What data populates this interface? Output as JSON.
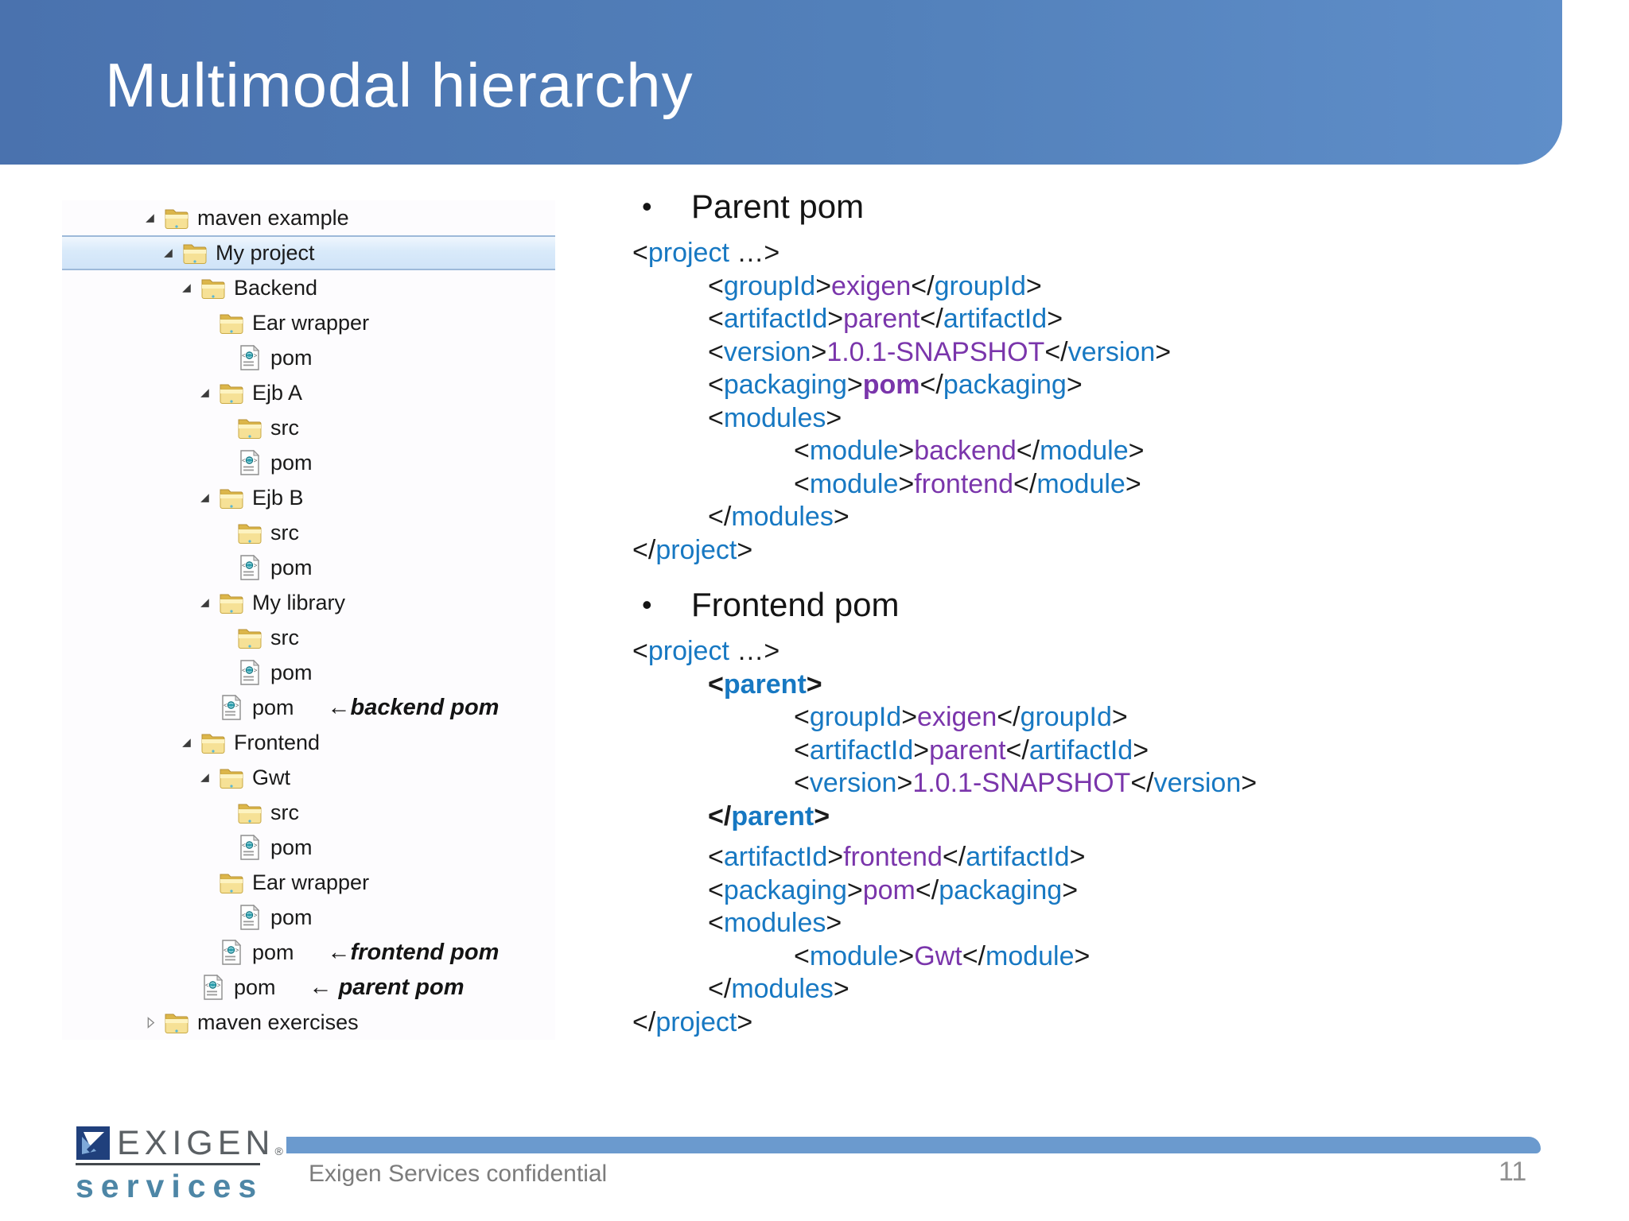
{
  "slide": {
    "title": "Multimodal hierarchy",
    "footer": {
      "confidential": "Exigen Services confidential",
      "page_number": "11"
    },
    "logo": {
      "word1": "EXIGEN",
      "registered_mark": "®",
      "word2": "services"
    }
  },
  "colors": {
    "header_gradient_left": "#4a72ae",
    "header_gradient_right": "#5f8ec9",
    "footer_bar_blue": "#6b9ace",
    "code_tag_blue": "#1778c2",
    "code_value_purple": "#7a35ab",
    "code_bracket_black": "#1b1b1b",
    "tree_selection_fill": "#d9eafa",
    "tree_selection_border": "#9db9d9",
    "folder_yellow": "#efca66",
    "logo_gray": "#5b6064",
    "logo_blue": "#4d86a6"
  },
  "icons": {
    "expander_expanded": "black filled triangle pointing south-east",
    "expander_collapsed": "hollow triangle pointing right",
    "folder": "yellow folder icon",
    "pom_file": "xml document icon with globe glyph"
  },
  "tree": {
    "items": [
      {
        "label": "maven example",
        "level": 0,
        "expander": "expanded",
        "icon": "folder"
      },
      {
        "label": "My project",
        "level": 1,
        "expander": "expanded",
        "icon": "folder",
        "selected": true
      },
      {
        "label": "Backend",
        "level": 2,
        "expander": "expanded",
        "icon": "folder"
      },
      {
        "label": "Ear wrapper",
        "level": 3,
        "expander": "none",
        "icon": "folder"
      },
      {
        "label": "pom",
        "level": 4,
        "expander": "none",
        "icon": "pom"
      },
      {
        "label": "Ejb A",
        "level": 3,
        "expander": "expanded",
        "icon": "folder"
      },
      {
        "label": "src",
        "level": 4,
        "expander": "none",
        "icon": "folder"
      },
      {
        "label": "pom",
        "level": 4,
        "expander": "none",
        "icon": "pom"
      },
      {
        "label": "Ejb B",
        "level": 3,
        "expander": "expanded",
        "icon": "folder"
      },
      {
        "label": "src",
        "level": 4,
        "expander": "none",
        "icon": "folder"
      },
      {
        "label": "pom",
        "level": 4,
        "expander": "none",
        "icon": "pom"
      },
      {
        "label": "My library",
        "level": 3,
        "expander": "expanded",
        "icon": "folder"
      },
      {
        "label": "src",
        "level": 4,
        "expander": "none",
        "icon": "folder"
      },
      {
        "label": "pom",
        "level": 4,
        "expander": "none",
        "icon": "pom"
      },
      {
        "label": "pom",
        "level": 3,
        "expander": "none",
        "icon": "pom",
        "annotation": "←backend pom"
      },
      {
        "label": "Frontend",
        "level": 2,
        "expander": "expanded",
        "icon": "folder"
      },
      {
        "label": "Gwt",
        "level": 3,
        "expander": "expanded",
        "icon": "folder"
      },
      {
        "label": "src",
        "level": 4,
        "expander": "none",
        "icon": "folder"
      },
      {
        "label": "pom",
        "level": 4,
        "expander": "none",
        "icon": "pom"
      },
      {
        "label": "Ear wrapper",
        "level": 3,
        "expander": "none",
        "icon": "folder"
      },
      {
        "label": "pom",
        "level": 4,
        "expander": "none",
        "icon": "pom"
      },
      {
        "label": "pom",
        "level": 3,
        "expander": "none",
        "icon": "pom",
        "annotation": "←frontend pom"
      },
      {
        "label": "pom",
        "level": 2,
        "expander": "none",
        "icon": "pom",
        "annotation": "← parent pom"
      },
      {
        "label": "maven exercises",
        "level": 0,
        "expander": "collapsed",
        "icon": "folder"
      }
    ]
  },
  "code_blocks": [
    {
      "heading": "Parent pom",
      "bullet": "•",
      "lines": [
        {
          "indent": 0,
          "seg": [
            {
              "t": "<",
              "c": "p"
            },
            {
              "t": "project",
              "c": "t"
            },
            {
              "t": " …>",
              "c": "p"
            }
          ]
        },
        {
          "indent": 1,
          "seg": [
            {
              "t": "<",
              "c": "p"
            },
            {
              "t": "groupId",
              "c": "t"
            },
            {
              "t": ">",
              "c": "p"
            },
            {
              "t": "exigen",
              "c": "v"
            },
            {
              "t": "</",
              "c": "p"
            },
            {
              "t": "groupId",
              "c": "t"
            },
            {
              "t": ">",
              "c": "p"
            }
          ]
        },
        {
          "indent": 1,
          "seg": [
            {
              "t": "<",
              "c": "p"
            },
            {
              "t": "artifactId",
              "c": "t"
            },
            {
              "t": ">",
              "c": "p"
            },
            {
              "t": "parent",
              "c": "v"
            },
            {
              "t": "</",
              "c": "p"
            },
            {
              "t": "artifactId",
              "c": "t"
            },
            {
              "t": ">",
              "c": "p"
            }
          ]
        },
        {
          "indent": 1,
          "seg": [
            {
              "t": "<",
              "c": "p"
            },
            {
              "t": "version",
              "c": "t"
            },
            {
              "t": ">",
              "c": "p"
            },
            {
              "t": "1.0.1-SNAPSHOT",
              "c": "v"
            },
            {
              "t": "</",
              "c": "p"
            },
            {
              "t": "version",
              "c": "t"
            },
            {
              "t": ">",
              "c": "p"
            }
          ]
        },
        {
          "indent": 1,
          "seg": [
            {
              "t": "<",
              "c": "p"
            },
            {
              "t": "packaging",
              "c": "t"
            },
            {
              "t": ">",
              "c": "p"
            },
            {
              "t": "pom",
              "c": "v",
              "b": 1
            },
            {
              "t": "</",
              "c": "p"
            },
            {
              "t": "packaging",
              "c": "t"
            },
            {
              "t": ">",
              "c": "p"
            }
          ]
        },
        {
          "indent": 1,
          "seg": [
            {
              "t": "<",
              "c": "p"
            },
            {
              "t": "modules",
              "c": "t"
            },
            {
              "t": ">",
              "c": "p"
            }
          ]
        },
        {
          "indent": 2,
          "seg": [
            {
              "t": "<",
              "c": "p"
            },
            {
              "t": "module",
              "c": "t"
            },
            {
              "t": ">",
              "c": "p"
            },
            {
              "t": "backend",
              "c": "v"
            },
            {
              "t": "</",
              "c": "p"
            },
            {
              "t": "module",
              "c": "t"
            },
            {
              "t": ">",
              "c": "p"
            }
          ]
        },
        {
          "indent": 2,
          "seg": [
            {
              "t": "<",
              "c": "p"
            },
            {
              "t": "module",
              "c": "t"
            },
            {
              "t": ">",
              "c": "p"
            },
            {
              "t": "frontend",
              "c": "v"
            },
            {
              "t": "</",
              "c": "p"
            },
            {
              "t": "module",
              "c": "t"
            },
            {
              "t": ">",
              "c": "p"
            }
          ]
        },
        {
          "indent": 1,
          "seg": [
            {
              "t": "</",
              "c": "p"
            },
            {
              "t": "modules",
              "c": "t"
            },
            {
              "t": ">",
              "c": "p"
            }
          ]
        },
        {
          "indent": 0,
          "seg": [
            {
              "t": "</",
              "c": "p"
            },
            {
              "t": "project",
              "c": "t"
            },
            {
              "t": ">",
              "c": "p"
            }
          ]
        }
      ]
    },
    {
      "heading": "Frontend pom",
      "bullet": "•",
      "lines": [
        {
          "indent": 0,
          "seg": [
            {
              "t": "<",
              "c": "p"
            },
            {
              "t": "project",
              "c": "t"
            },
            {
              "t": " …>",
              "c": "p"
            }
          ]
        },
        {
          "indent": 1,
          "seg": [
            {
              "t": "<",
              "c": "p",
              "b": 1
            },
            {
              "t": "parent",
              "c": "t",
              "b": 1
            },
            {
              "t": ">",
              "c": "p",
              "b": 1
            }
          ]
        },
        {
          "indent": 2,
          "seg": [
            {
              "t": "<",
              "c": "p"
            },
            {
              "t": "groupId",
              "c": "t"
            },
            {
              "t": ">",
              "c": "p"
            },
            {
              "t": "exigen",
              "c": "v"
            },
            {
              "t": "</",
              "c": "p"
            },
            {
              "t": "groupId",
              "c": "t"
            },
            {
              "t": ">",
              "c": "p"
            }
          ]
        },
        {
          "indent": 2,
          "seg": [
            {
              "t": "<",
              "c": "p"
            },
            {
              "t": "artifactId",
              "c": "t"
            },
            {
              "t": ">",
              "c": "p"
            },
            {
              "t": "parent",
              "c": "v"
            },
            {
              "t": "</",
              "c": "p"
            },
            {
              "t": "artifactId",
              "c": "t"
            },
            {
              "t": ">",
              "c": "p"
            }
          ]
        },
        {
          "indent": 2,
          "seg": [
            {
              "t": "<",
              "c": "p"
            },
            {
              "t": "version",
              "c": "t"
            },
            {
              "t": ">",
              "c": "p"
            },
            {
              "t": "1.0.1-SNAPSHOT",
              "c": "v"
            },
            {
              "t": "</",
              "c": "p"
            },
            {
              "t": "version",
              "c": "t"
            },
            {
              "t": ">",
              "c": "p"
            }
          ]
        },
        {
          "indent": 1,
          "seg": [
            {
              "t": "</",
              "c": "p",
              "b": 1
            },
            {
              "t": "parent",
              "c": "t",
              "b": 1
            },
            {
              "t": ">",
              "c": "p",
              "b": 1
            }
          ]
        },
        {
          "indent": 1,
          "gap": 1,
          "seg": [
            {
              "t": "<",
              "c": "p"
            },
            {
              "t": "artifactId",
              "c": "t"
            },
            {
              "t": ">",
              "c": "p"
            },
            {
              "t": "frontend",
              "c": "v"
            },
            {
              "t": "</",
              "c": "p"
            },
            {
              "t": "artifactId",
              "c": "t"
            },
            {
              "t": ">",
              "c": "p"
            }
          ]
        },
        {
          "indent": 1,
          "seg": [
            {
              "t": "<",
              "c": "p"
            },
            {
              "t": "packaging",
              "c": "t"
            },
            {
              "t": ">",
              "c": "p"
            },
            {
              "t": "pom",
              "c": "v"
            },
            {
              "t": "</",
              "c": "p"
            },
            {
              "t": "packaging",
              "c": "t"
            },
            {
              "t": ">",
              "c": "p"
            }
          ]
        },
        {
          "indent": 1,
          "seg": [
            {
              "t": "<",
              "c": "p"
            },
            {
              "t": "modules",
              "c": "t"
            },
            {
              "t": ">",
              "c": "p"
            }
          ]
        },
        {
          "indent": 2,
          "seg": [
            {
              "t": "<",
              "c": "p"
            },
            {
              "t": "module",
              "c": "t"
            },
            {
              "t": ">",
              "c": "p"
            },
            {
              "t": "Gwt",
              "c": "v"
            },
            {
              "t": "</",
              "c": "p"
            },
            {
              "t": "module",
              "c": "t"
            },
            {
              "t": ">",
              "c": "p"
            }
          ]
        },
        {
          "indent": 1,
          "seg": [
            {
              "t": "</",
              "c": "p"
            },
            {
              "t": "modules",
              "c": "t"
            },
            {
              "t": ">",
              "c": "p"
            }
          ]
        },
        {
          "indent": 0,
          "seg": [
            {
              "t": "</",
              "c": "p"
            },
            {
              "t": "project",
              "c": "t"
            },
            {
              "t": ">",
              "c": "p"
            }
          ]
        }
      ]
    }
  ]
}
